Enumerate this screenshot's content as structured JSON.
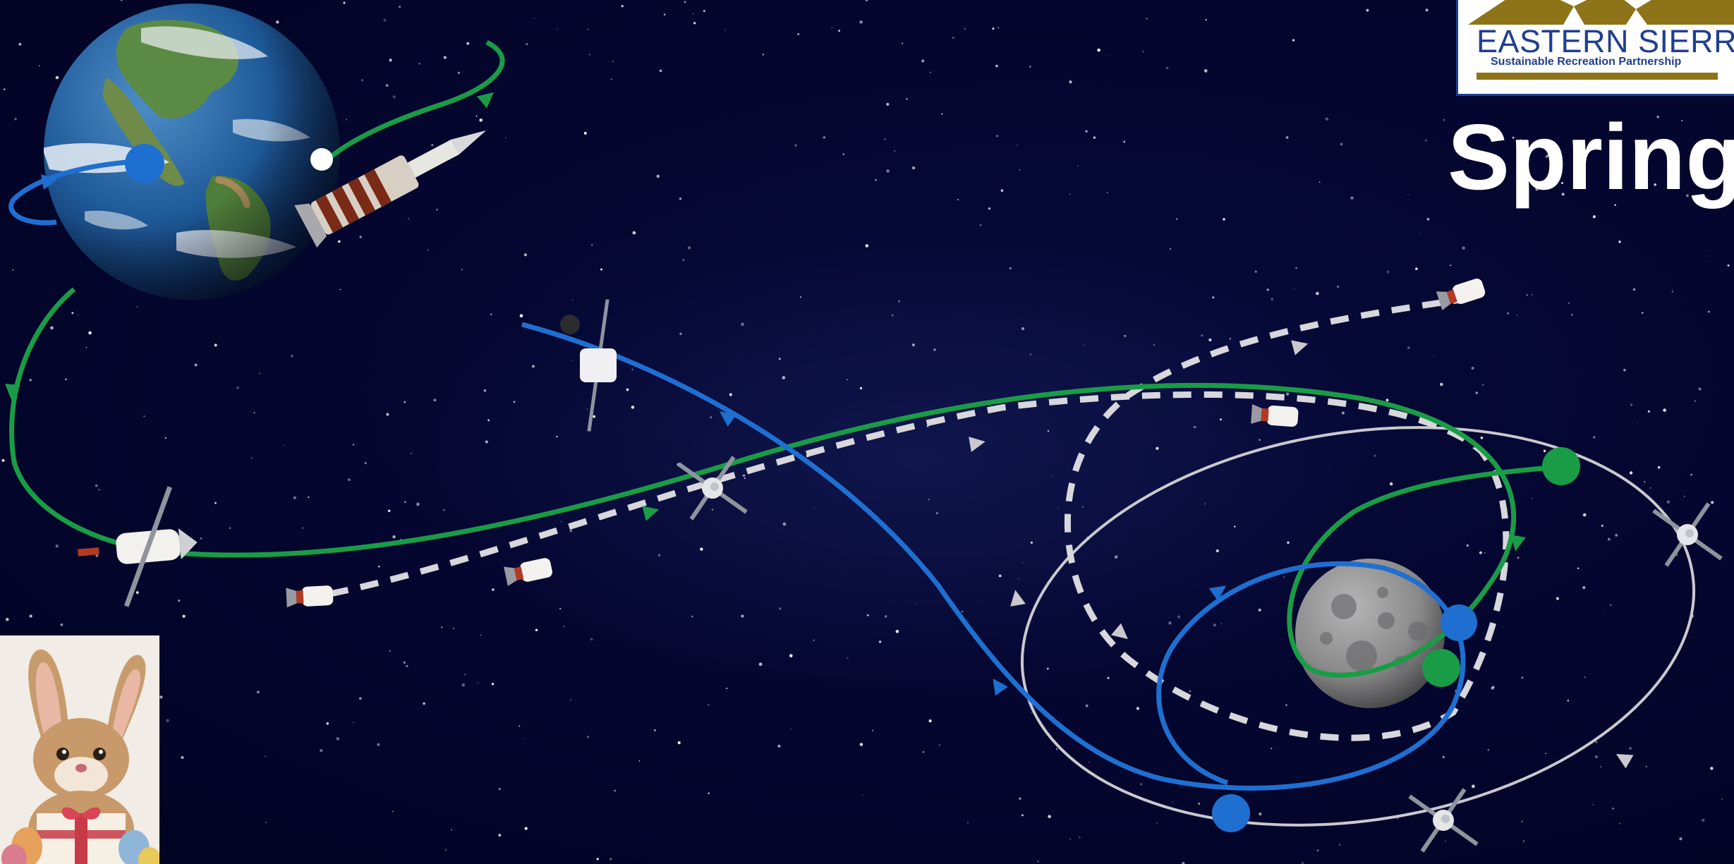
{
  "logo": {
    "name": "EASTERN SIERRA",
    "tagline": "Sustainable Recreation Partnership",
    "colors": {
      "navy": "#1f3f91",
      "gold": "#8d7418"
    }
  },
  "headline": {
    "text": "Spring"
  },
  "illustration": {
    "objects": [
      "earth",
      "moon",
      "rocket",
      "spacecraft",
      "starfield"
    ],
    "trajectory_colors": {
      "green": "#1a9c46",
      "blue": "#1f6fd1",
      "gray": "#c9c9cf"
    }
  },
  "bunny_card": {
    "icon": "easter-bunny-with-gift"
  }
}
